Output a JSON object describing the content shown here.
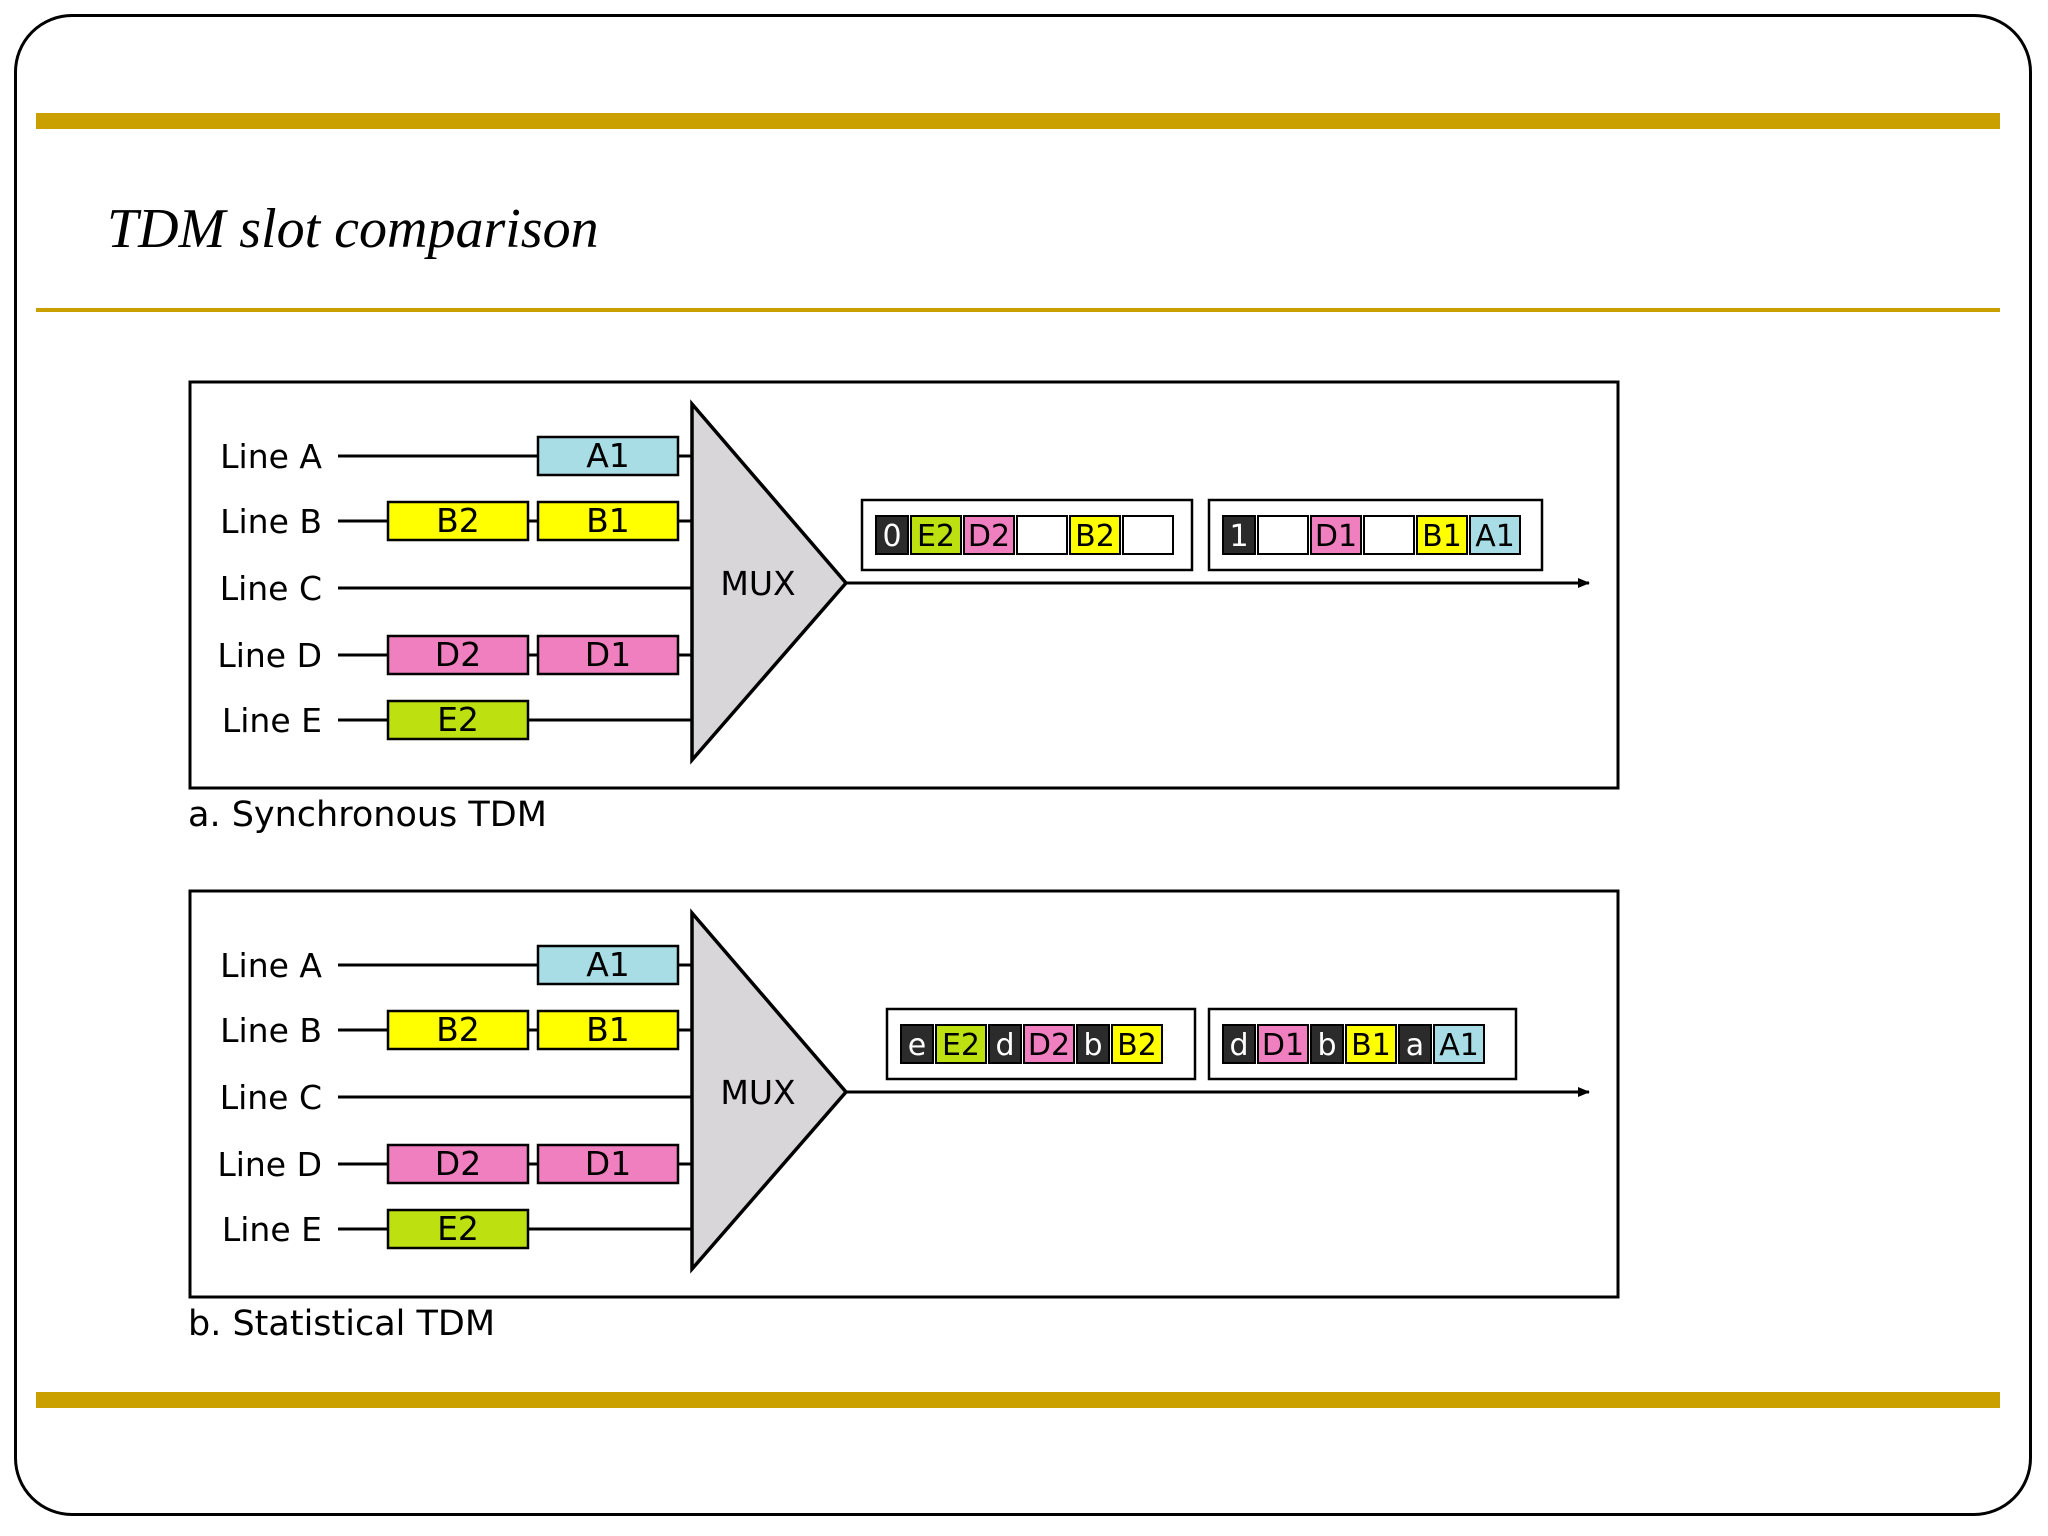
{
  "title": "TDM slot comparison",
  "colors": {
    "accent_bar": "#c9a000",
    "A": "#a8dde6",
    "B": "#ffff00",
    "D": "#f07fbf",
    "E": "#bde010",
    "mux": "#d8d6d8",
    "header_slot": "#2b2b2b",
    "empty_slot": "#ffffff"
  },
  "panels": [
    {
      "caption": "a. Synchronous TDM",
      "mux_label": "MUX",
      "lines": [
        {
          "label": "Line A",
          "blocks": [
            {
              "text": "A1",
              "color": "A"
            }
          ]
        },
        {
          "label": "Line B",
          "blocks": [
            {
              "text": "B2",
              "color": "B"
            },
            {
              "text": "B1",
              "color": "B"
            }
          ]
        },
        {
          "label": "Line C",
          "blocks": []
        },
        {
          "label": "Line D",
          "blocks": [
            {
              "text": "D2",
              "color": "D"
            },
            {
              "text": "D1",
              "color": "D"
            }
          ]
        },
        {
          "label": "Line E",
          "blocks": [
            {
              "text": "E2",
              "color": "E"
            }
          ]
        }
      ],
      "frames": [
        {
          "slots": [
            {
              "text": "0",
              "color": "header_slot"
            },
            {
              "text": "E2",
              "color": "E"
            },
            {
              "text": "D2",
              "color": "D"
            },
            {
              "text": "",
              "color": "empty_slot"
            },
            {
              "text": "B2",
              "color": "B"
            },
            {
              "text": "",
              "color": "empty_slot"
            }
          ]
        },
        {
          "slots": [
            {
              "text": "1",
              "color": "header_slot"
            },
            {
              "text": "",
              "color": "empty_slot"
            },
            {
              "text": "D1",
              "color": "D"
            },
            {
              "text": "",
              "color": "empty_slot"
            },
            {
              "text": "B1",
              "color": "B"
            },
            {
              "text": "A1",
              "color": "A"
            }
          ]
        }
      ]
    },
    {
      "caption": "b. Statistical TDM",
      "mux_label": "MUX",
      "lines": [
        {
          "label": "Line A",
          "blocks": [
            {
              "text": "A1",
              "color": "A"
            }
          ]
        },
        {
          "label": "Line B",
          "blocks": [
            {
              "text": "B2",
              "color": "B"
            },
            {
              "text": "B1",
              "color": "B"
            }
          ]
        },
        {
          "label": "Line C",
          "blocks": []
        },
        {
          "label": "Line D",
          "blocks": [
            {
              "text": "D2",
              "color": "D"
            },
            {
              "text": "D1",
              "color": "D"
            }
          ]
        },
        {
          "label": "Line E",
          "blocks": [
            {
              "text": "E2",
              "color": "E"
            }
          ]
        }
      ],
      "frames": [
        {
          "slots": [
            {
              "text": "e",
              "color": "header_slot"
            },
            {
              "text": "E2",
              "color": "E"
            },
            {
              "text": "d",
              "color": "header_slot"
            },
            {
              "text": "D2",
              "color": "D"
            },
            {
              "text": "b",
              "color": "header_slot"
            },
            {
              "text": "B2",
              "color": "B"
            }
          ]
        },
        {
          "slots": [
            {
              "text": "d",
              "color": "header_slot"
            },
            {
              "text": "D1",
              "color": "D"
            },
            {
              "text": "b",
              "color": "header_slot"
            },
            {
              "text": "B1",
              "color": "B"
            },
            {
              "text": "a",
              "color": "header_slot"
            },
            {
              "text": "A1",
              "color": "A"
            }
          ]
        }
      ]
    }
  ]
}
